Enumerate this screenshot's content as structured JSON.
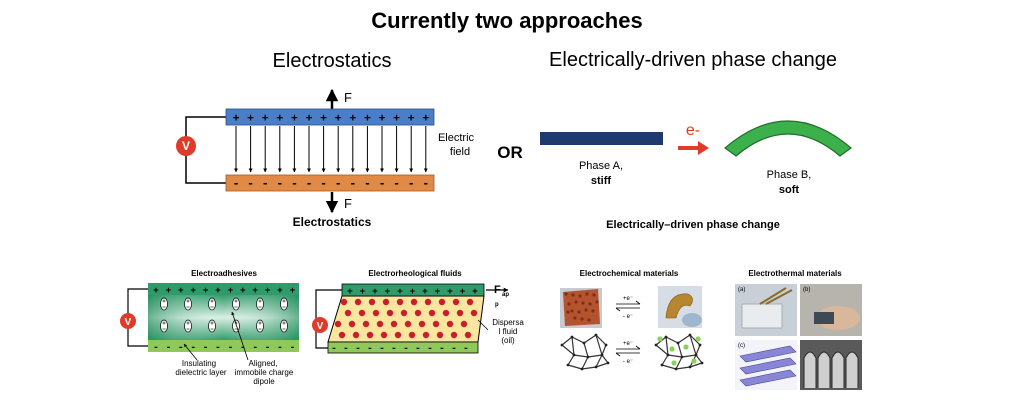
{
  "title": "Currently two approaches",
  "sections": {
    "electrostatics": "Electrostatics",
    "phase_change": "Electrically-driven phase change"
  },
  "or_label": "OR",
  "electrostatics_diagram": {
    "force_label": "F",
    "plus_sign": "+",
    "minus_sign": "-",
    "field_label_1": "Electric",
    "field_label_2": "field",
    "voltage_label": "V",
    "caption": "Electrostatics",
    "colors": {
      "top_plate": "#4a7fc8",
      "bottom_plate": "#e08a45",
      "voltage": "#e03a2a"
    }
  },
  "phase_diagram": {
    "phase_a_1": "Phase A,",
    "phase_a_2": "stiff",
    "electron_label": "e-",
    "phase_b_1": "Phase B,",
    "phase_b_2": "soft",
    "caption": "Electrically–driven phase change",
    "colors": {
      "phase_a": "#1f3a6e",
      "phase_b": "#3cb04a",
      "arrow": "#e03a2a"
    }
  },
  "electroadhesives": {
    "title": "Electroadhesives",
    "voltage_label": "V",
    "callout_1_line1": "Insulating",
    "callout_1_line2": "dielectric layer",
    "callout_2_line1": "Aligned,",
    "callout_2_line2": "immobile charge",
    "callout_2_line3": "dipole"
  },
  "electrorheological": {
    "title": "Electrorheological fluids",
    "voltage_label": "V",
    "force_label": "F",
    "force_sub": "ap",
    "force_sub2": "p",
    "fluid_line1": "Dispersa",
    "fluid_line2": "l fluid",
    "fluid_line3": "(oil)"
  },
  "electrochemical": {
    "title": "Electrochemical materials",
    "arrow_top": "+e⁻",
    "arrow_bottom": "- e⁻"
  },
  "electrothermal": {
    "title": "Electrothermal materials",
    "panel_a": "(a)",
    "panel_b": "(b)",
    "panel_c": "(c)"
  }
}
